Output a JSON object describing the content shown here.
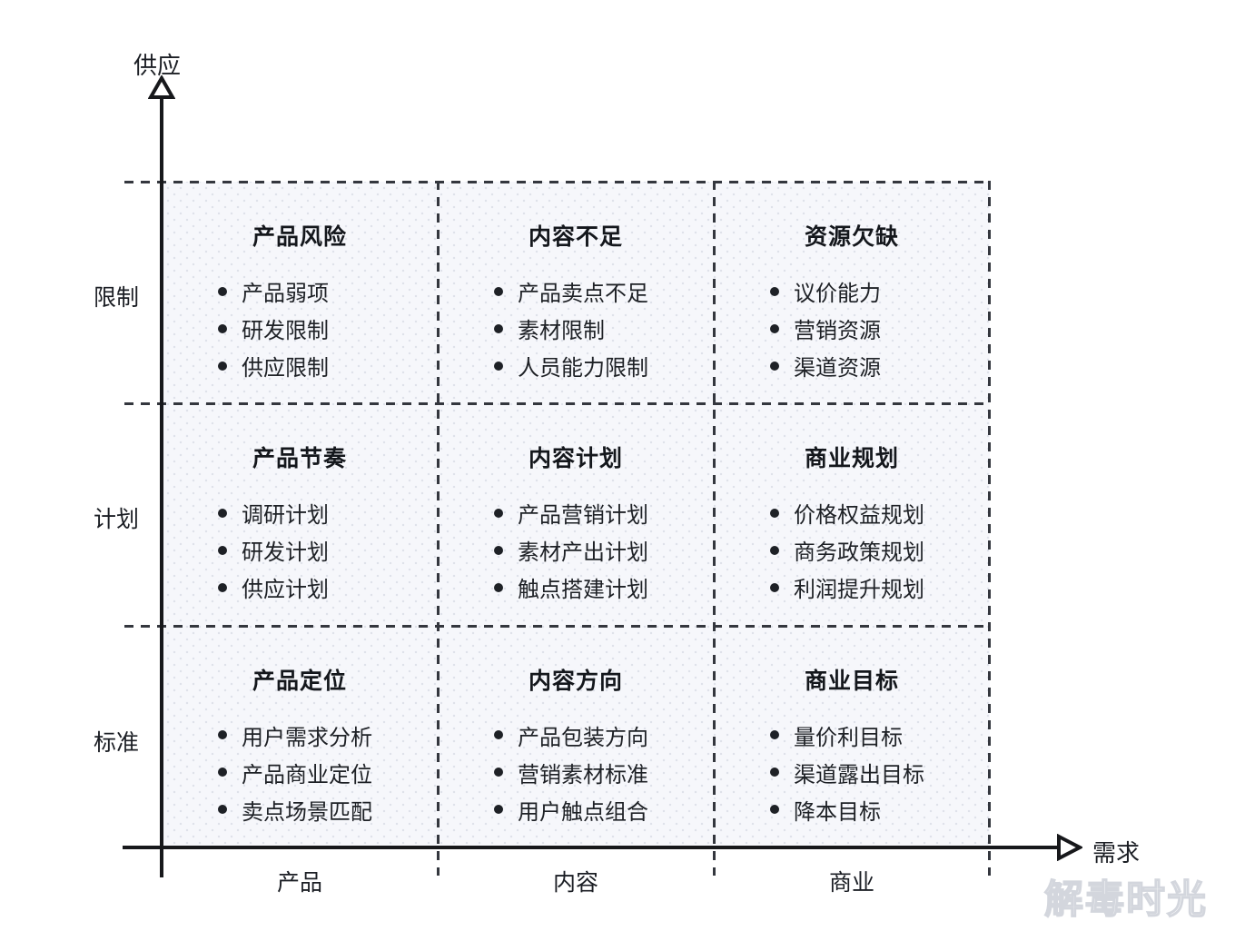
{
  "diagram": {
    "y_axis_label": "供应",
    "x_axis_label": "需求",
    "row_labels": [
      "限制",
      "计划",
      "标准"
    ],
    "column_labels": [
      "产品",
      "内容",
      "商业"
    ],
    "cells": [
      {
        "title": "产品风险",
        "items": [
          "产品弱项",
          "研发限制",
          "供应限制"
        ]
      },
      {
        "title": "内容不足",
        "items": [
          "产品卖点不足",
          "素材限制",
          "人员能力限制"
        ]
      },
      {
        "title": "资源欠缺",
        "items": [
          "议价能力",
          "营销资源",
          "渠道资源"
        ]
      },
      {
        "title": "产品节奏",
        "items": [
          "调研计划",
          "研发计划",
          "供应计划"
        ]
      },
      {
        "title": "内容计划",
        "items": [
          "产品营销计划",
          "素材产出计划",
          "触点搭建计划"
        ]
      },
      {
        "title": "商业规划",
        "items": [
          "价格权益规划",
          "商务政策规划",
          "利润提升规划"
        ]
      },
      {
        "title": "产品定位",
        "items": [
          "用户需求分析",
          "产品商业定位",
          "卖点场景匹配"
        ]
      },
      {
        "title": "内容方向",
        "items": [
          "产品包装方向",
          "营销素材标准",
          "用户触点组合"
        ]
      },
      {
        "title": "商业目标",
        "items": [
          "量价利目标",
          "渠道露出目标",
          "降本目标"
        ]
      }
    ],
    "watermark": "解毒时光",
    "colors": {
      "text": "#1f2329",
      "axis": "#17181b",
      "dashed_line": "#34373e",
      "cell_background": "#f6f7fb",
      "cell_dot": "#dfe2ea",
      "watermark_fill": "#ffffff",
      "watermark_edge": "#d3d6dd"
    }
  }
}
